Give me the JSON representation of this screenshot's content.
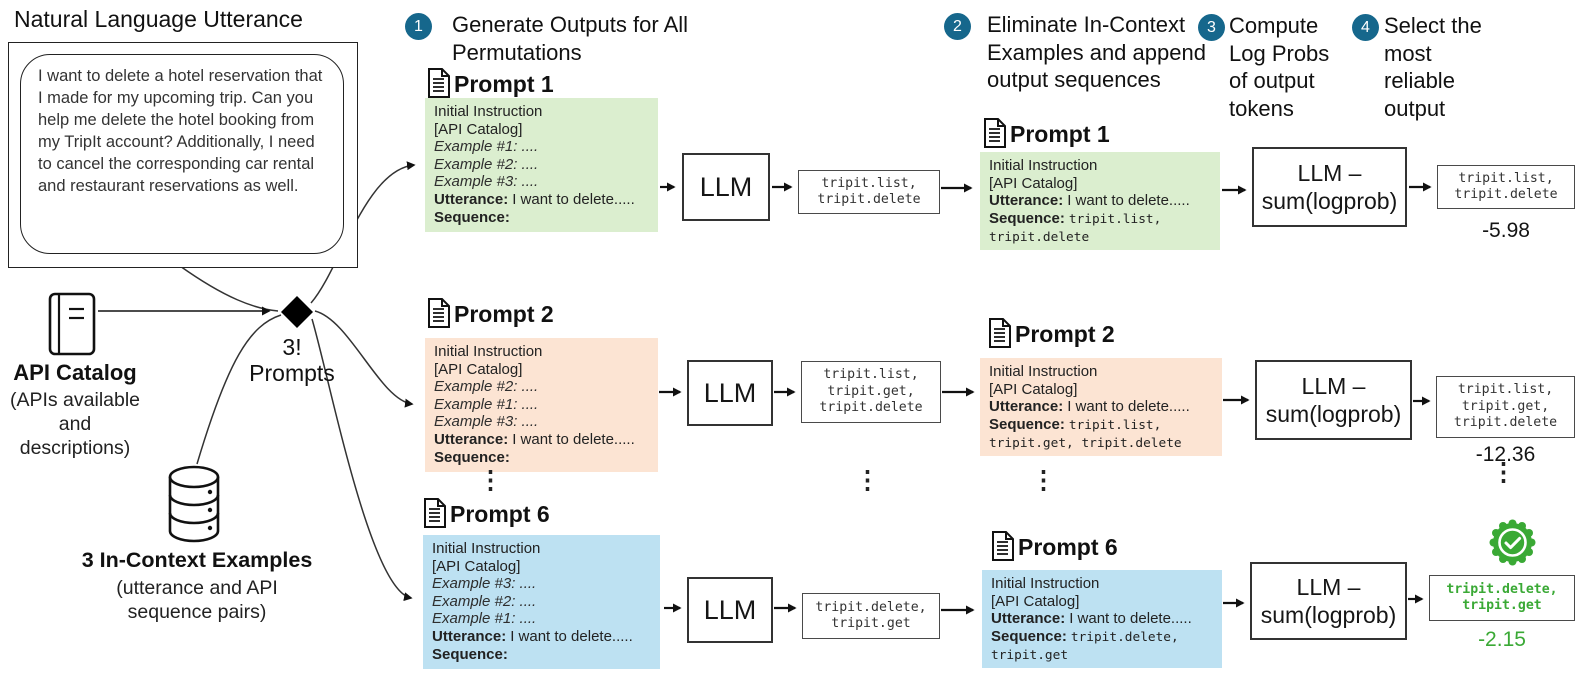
{
  "colors": {
    "step_circle": "#16678c",
    "accent_green": "#3aa935",
    "green_bg": "#dbeecf",
    "peach_bg": "#fce4d3",
    "blue_bg": "#bde1f2"
  },
  "left": {
    "title": "Natural Language Utterance",
    "utterance": "I want to delete a hotel reservation that I made for my upcoming trip. Can you help me delete the hotel booking from my TripIt account? Additionally, I need to cancel the corresponding car rental and restaurant reservations as well.",
    "api_catalog_label": "API Catalog",
    "api_catalog_sub": "(APIs available and descriptions)",
    "examples_label": "3 In-Context Examples",
    "examples_sub": "(utterance and API sequence pairs)",
    "factorial": "3!",
    "prompts_word": "Prompts"
  },
  "steps": [
    {
      "num": "1",
      "text": "Generate Outputs for All Permutations"
    },
    {
      "num": "2",
      "text": "Eliminate In-Context Examples and append output sequences"
    },
    {
      "num": "3",
      "text": "Compute Log Probs of output tokens"
    },
    {
      "num": "4",
      "text": "Select the most reliable output"
    }
  ],
  "ellipsis": "⋮",
  "rows": [
    {
      "stage1": {
        "title": "Prompt 1",
        "line1": "Initial Instruction",
        "line2": "[API Catalog]",
        "ex1": "Example #1: ....",
        "ex2": "Example #2: ....",
        "ex3": "Example #3: ....",
        "utt_label": "Utterance:",
        "utt": "I want to delete.....",
        "seq_label": "Sequence:",
        "seq": ""
      },
      "llm": "LLM",
      "out1": "tripit.list,\ntripit.delete",
      "stage2": {
        "title": "Prompt 1",
        "line1": "Initial Instruction",
        "line2": "[API Catalog]",
        "utt_label": "Utterance:",
        "utt": "I want to delete.....",
        "seq_label": "Sequence:",
        "seq": "tripit.list, tripit.delete"
      },
      "llm2": "LLM –\nsum(logprob)",
      "out2": "tripit.list,\ntripit.delete",
      "score": "-5.98"
    },
    {
      "stage1": {
        "title": "Prompt 2",
        "line1": "Initial Instruction",
        "line2": "[API Catalog]",
        "ex1": "Example #2: ....",
        "ex2": "Example #1: ....",
        "ex3": "Example #3: ....",
        "utt_label": "Utterance:",
        "utt": "I want to delete.....",
        "seq_label": "Sequence:",
        "seq": ""
      },
      "llm": "LLM",
      "out1": "tripit.list,\ntripit.get,\ntripit.delete",
      "stage2": {
        "title": "Prompt 2",
        "line1": "Initial Instruction",
        "line2": "[API Catalog]",
        "utt_label": "Utterance:",
        "utt": "I want to delete.....",
        "seq_label": "Sequence:",
        "seq": "tripit.list, tripit.get, tripit.delete"
      },
      "llm2": "LLM –\nsum(logprob)",
      "out2": "tripit.list,\ntripit.get,\ntripit.delete",
      "score": "-12.36"
    },
    {
      "stage1": {
        "title": "Prompt 6",
        "line1": "Initial Instruction",
        "line2": "[API Catalog]",
        "ex1": "Example #3: ....",
        "ex2": "Example #2: ....",
        "ex3": "Example #1: ....",
        "utt_label": "Utterance:",
        "utt": "I want to delete.....",
        "seq_label": "Sequence:",
        "seq": ""
      },
      "llm": "LLM",
      "out1": "tripit.delete,\ntripit.get",
      "stage2": {
        "title": "Prompt 6",
        "line1": "Initial Instruction",
        "line2": "[API Catalog]",
        "utt_label": "Utterance:",
        "utt": "I want to delete.....",
        "seq_label": "Sequence:",
        "seq": "tripit.delete, tripit.get"
      },
      "llm2": "LLM –\nsum(logprob)",
      "out2": "tripit.delete,\ntripit.get",
      "score": "-2.15"
    }
  ]
}
